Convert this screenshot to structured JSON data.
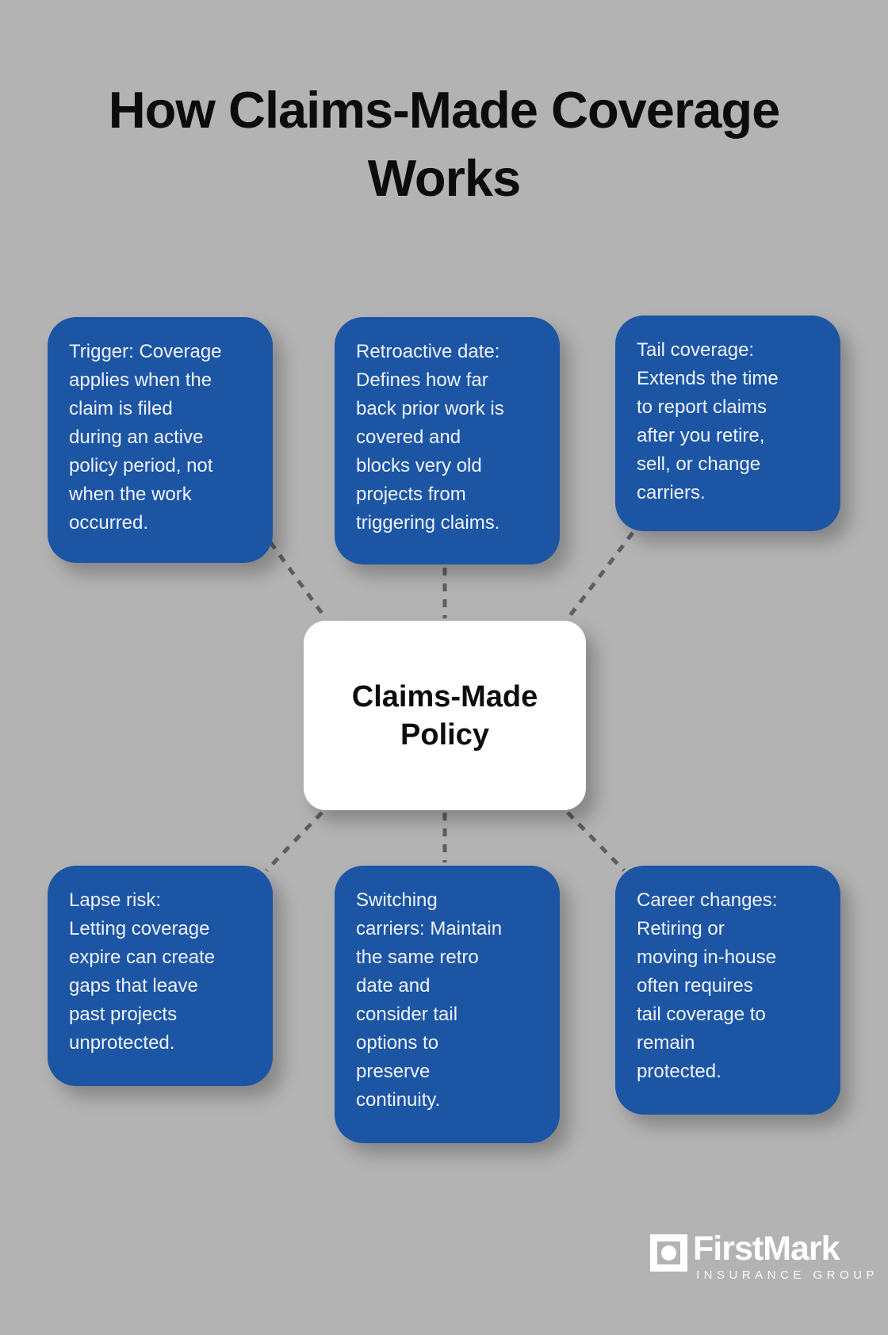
{
  "title": "How Claims-Made Coverage Works",
  "center": {
    "label": "Claims-Made\nPolicy"
  },
  "nodes": [
    {
      "id": "trigger",
      "text": "Trigger: Coverage\napplies when the\nclaim is filed\nduring an active\npolicy period, not\nwhen the work\noccurred."
    },
    {
      "id": "retroactive-date",
      "text": "Retroactive date:\nDefines how far\nback prior work is\ncovered and\nblocks very old\nprojects from\ntriggering claims."
    },
    {
      "id": "tail-coverage",
      "text": "Tail coverage:\nExtends the time\nto report claims\nafter you retire,\nsell, or change\ncarriers."
    },
    {
      "id": "lapse-risk",
      "text": "Lapse risk:\nLetting coverage\nexpire can create\ngaps that leave\npast projects\nunprotected."
    },
    {
      "id": "switching-carriers",
      "text": "Switching\ncarriers: Maintain\nthe same retro\ndate and\nconsider tail\noptions to\npreserve\ncontinuity."
    },
    {
      "id": "career-changes",
      "text": "Career changes:\nRetiring or\nmoving in-house\noften requires\ntail coverage to\nremain\nprotected."
    }
  ],
  "logo": {
    "name": "FirstMark",
    "tagline": "INSURANCE GROUP"
  },
  "colors": {
    "background": "#b3b3b3",
    "node_blue": "#1d55a5",
    "node_text": "#eef3fa",
    "center_bg": "#ffffff",
    "center_text": "#0d0d0d",
    "connector": "#5f5f5f",
    "title_text": "#0c0c0c",
    "logo_text": "#ffffff"
  }
}
